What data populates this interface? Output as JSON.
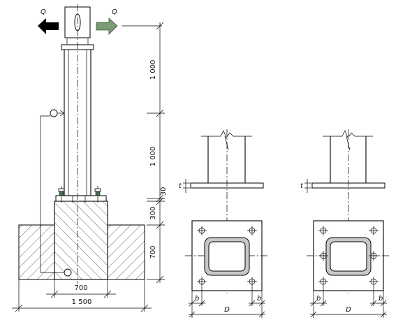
{
  "labels": {
    "force_left": "Q",
    "force_right": "Q",
    "dim_1000_top": "1 000",
    "dim_1000_mid": "1 000",
    "dim_30": "30",
    "dim_300": "300",
    "dim_700_vertical": "700",
    "dim_700_horizontal": "700",
    "dim_1500": "1 500",
    "detail1_t": "t",
    "detail1_b_left": "b",
    "detail1_b_right": "b",
    "detail1_D": "D",
    "detail2_t": "t",
    "detail2_b_left": "b",
    "detail2_b_right": "b",
    "detail2_D": "D"
  },
  "colors": {
    "force_left_arrow": "#000000",
    "force_right_arrow": "#7a9a78",
    "tube_wall": "#c8c8c8",
    "line": "#000000"
  },
  "icons": {
    "force_left": "arrow-left-icon",
    "force_right": "arrow-right-icon"
  }
}
